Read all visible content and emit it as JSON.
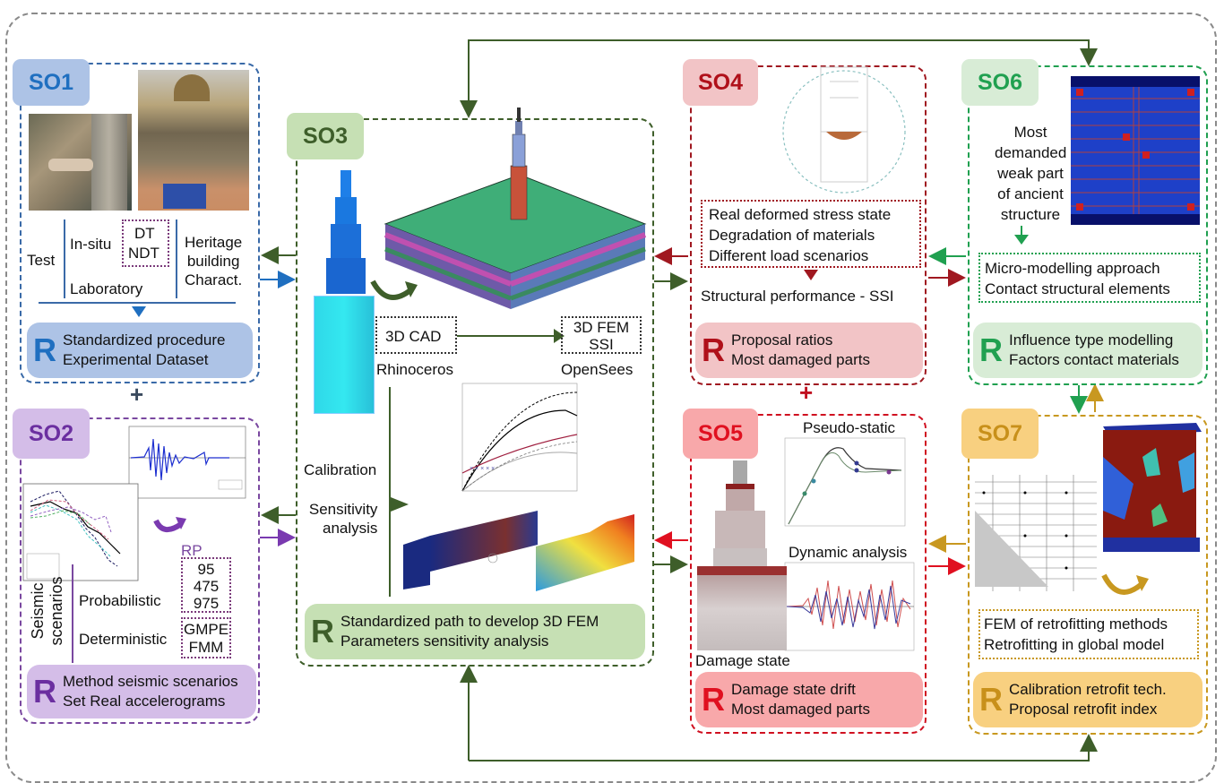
{
  "colors": {
    "so1": "#3a6aa8",
    "so1_fill": "#adc3e6",
    "so1_text": "#1f6fc0",
    "so2": "#7a48a0",
    "so2_fill": "#d4bde8",
    "so2_text": "#6b2fa0",
    "so3": "#3e5e2a",
    "so3_fill": "#c6e0b4",
    "so3_text": "#3e5e2a",
    "so4": "#a01820",
    "so4_fill": "#f2c4c6",
    "so4_text": "#b0101a",
    "so5": "#d01020",
    "so5_fill": "#f8a8aa",
    "so5_text": "#e01020",
    "so6": "#20a050",
    "so6_fill": "#d8ecd6",
    "so6_text": "#20a050",
    "so7": "#c89820",
    "so7_fill": "#f8d080",
    "so7_text": "#d09a10",
    "outer": "#8a8a8a"
  },
  "so1": {
    "tag": "SO1",
    "test": "Test",
    "insitu": "In-situ",
    "dt": "DT",
    "ndt": "NDT",
    "laboratory": "Laboratory",
    "heritage": [
      "Heritage",
      "building",
      "Charact."
    ],
    "result_letter": "R",
    "result": [
      "Standardized procedure",
      "Experimental Dataset"
    ]
  },
  "plus1": "+",
  "so2": {
    "tag": "SO2",
    "rp_label": "RP",
    "rp_values": [
      "95",
      "475",
      "975"
    ],
    "scenarios_label": [
      "Seismic",
      "scenarios"
    ],
    "probabilistic": "Probabilistic",
    "deterministic": "Deterministic",
    "det_values": [
      "GMPE",
      "FMM"
    ],
    "result_letter": "R",
    "result": [
      "Method seismic scenarios",
      "Set Real accelerograms"
    ]
  },
  "so3": {
    "tag": "SO3",
    "cad": "3D CAD",
    "fem": [
      "3D FEM",
      "SSI"
    ],
    "rhino": "Rhinoceros",
    "opensees": "OpenSees",
    "calibration": "Calibration",
    "sensitivity": [
      "Sensitivity",
      "analysis"
    ],
    "result_letter": "R",
    "result": [
      "Standardized path to develop 3D FEM",
      "Parameters sensitivity analysis"
    ]
  },
  "so4": {
    "tag": "SO4",
    "items": [
      "Real deformed stress state",
      "Degradation of materials",
      "Different load scenarios"
    ],
    "performance": "Structural performance - SSI",
    "result_letter": "R",
    "result": [
      "Proposal ratios",
      "Most damaged parts"
    ]
  },
  "plus2": "+",
  "so5": {
    "tag": "SO5",
    "pseudo": "Pseudo-static",
    "dynamic": "Dynamic analysis",
    "damage": "Damage state",
    "result_letter": "R",
    "result": [
      "Damage state drift",
      "Most damaged parts"
    ]
  },
  "so6": {
    "tag": "SO6",
    "desc": [
      "Most",
      "demanded",
      "weak part",
      "of ancient",
      "structure"
    ],
    "items": [
      "Micro-modelling approach",
      "Contact structural elements"
    ],
    "result_letter": "R",
    "result": [
      "Influence type modelling",
      "Factors contact materials"
    ]
  },
  "so7": {
    "tag": "SO7",
    "items": [
      "FEM of retrofitting methods",
      "Retrofitting in global model"
    ],
    "result_letter": "R",
    "result": [
      "Calibration retrofit tech.",
      "Proposal retrofit index"
    ]
  }
}
